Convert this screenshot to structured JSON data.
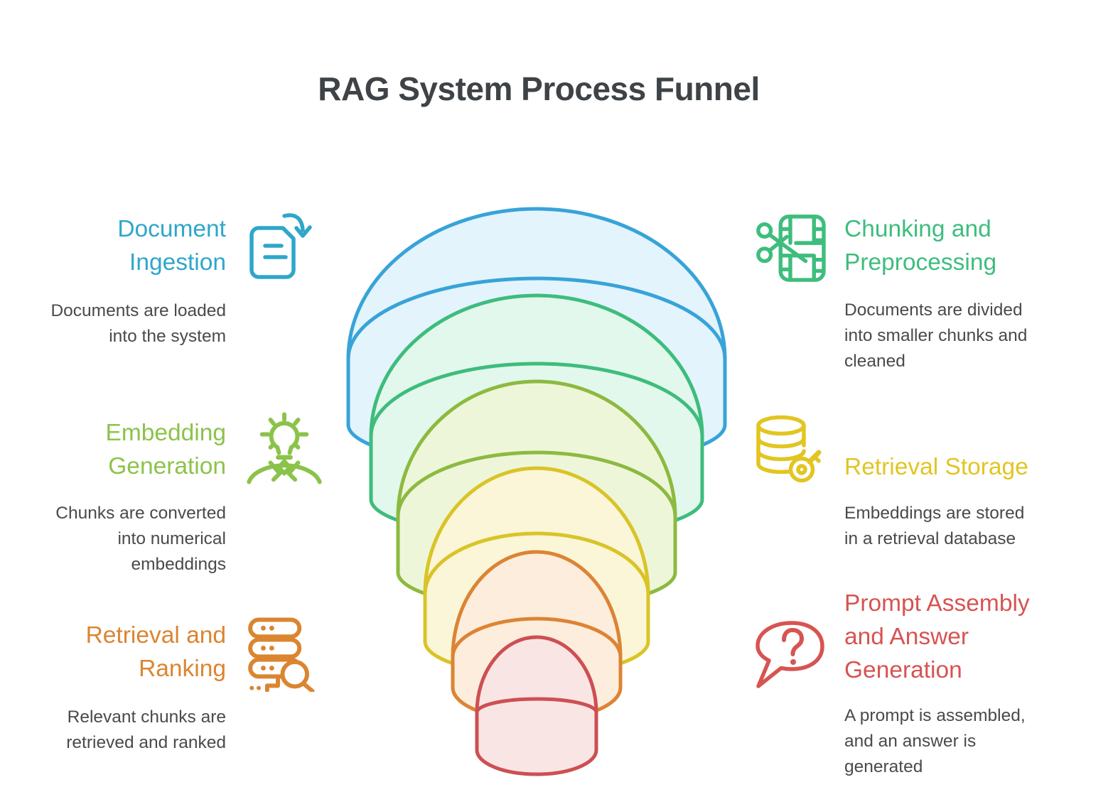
{
  "title": "RAG System Process Funnel",
  "stages": {
    "left": [
      {
        "name": "Document Ingestion",
        "heading_lines": [
          "Document",
          "Ingestion"
        ],
        "description_lines": [
          "Documents are loaded",
          "into the system"
        ],
        "color": "#2fa6cb",
        "icon": "document-download-icon"
      },
      {
        "name": "Embedding Generation",
        "heading_lines": [
          "Embedding",
          "Generation"
        ],
        "description_lines": [
          "Chunks are converted",
          "into numerical",
          "embeddings"
        ],
        "color": "#8bc34a",
        "icon": "idea-person-icon"
      },
      {
        "name": "Retrieval and Ranking",
        "heading_lines": [
          "Retrieval and",
          "Ranking"
        ],
        "description_lines": [
          "Relevant chunks are",
          "retrieved and ranked"
        ],
        "color": "#db8531",
        "icon": "server-search-icon"
      }
    ],
    "right": [
      {
        "name": "Chunking and Preprocessing",
        "heading_lines": [
          "Chunking and",
          "Preprocessing"
        ],
        "description_lines": [
          "Documents are divided",
          "into smaller chunks and",
          "cleaned"
        ],
        "color": "#3ebd7d",
        "icon": "scissors-film-icon"
      },
      {
        "name": "Retrieval Storage",
        "heading_lines": [
          "Retrieval Storage"
        ],
        "description_lines": [
          "Embeddings are stored",
          "in a retrieval database"
        ],
        "color": "#e2c521",
        "icon": "database-key-icon"
      },
      {
        "name": "Prompt Assembly and Answer Generation",
        "heading_lines": [
          "Prompt Assembly",
          "and Answer",
          "Generation"
        ],
        "description_lines": [
          "A prompt is assembled,",
          "and an answer is",
          "generated"
        ],
        "color": "#d65452",
        "icon": "question-bubble-icon"
      }
    ]
  },
  "funnel": {
    "layers": [
      {
        "stage": "Document Ingestion",
        "stroke": "#38a3d8",
        "fill": "#e3f4fc"
      },
      {
        "stage": "Chunking and Preprocessing",
        "stroke": "#3fbc7d",
        "fill": "#e2f8ec"
      },
      {
        "stage": "Embedding Generation",
        "stroke": "#8cba40",
        "fill": "#eef6da"
      },
      {
        "stage": "Retrieval Storage",
        "stroke": "#d9c427",
        "fill": "#fbf6d8"
      },
      {
        "stage": "Retrieval and Ranking",
        "stroke": "#dc8434",
        "fill": "#fceddc"
      },
      {
        "stage": "Prompt Assembly and Answer Generation",
        "stroke": "#cc5052",
        "fill": "#fae5e5"
      }
    ]
  }
}
